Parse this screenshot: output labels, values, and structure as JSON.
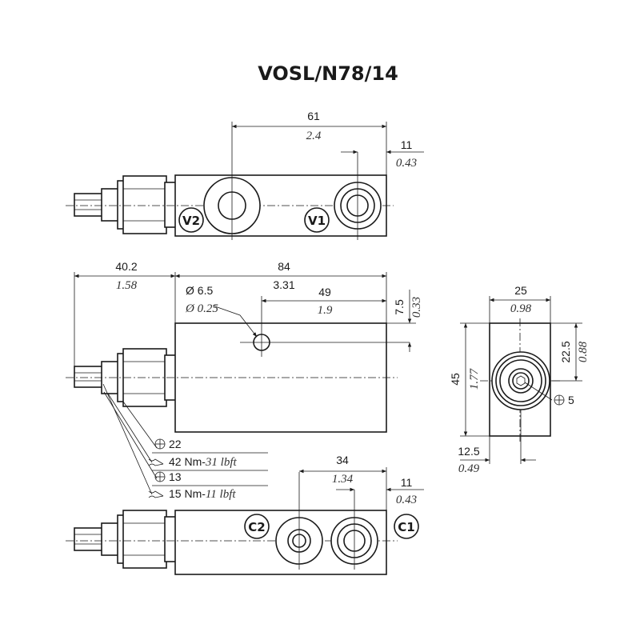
{
  "title": "VOSL/N78/14",
  "top_view": {
    "dim_length": {
      "mm": "61",
      "in": "2.4"
    },
    "dim_offset": {
      "mm": "11",
      "in": "0.43"
    },
    "ports": [
      "V2",
      "V1"
    ]
  },
  "front_view": {
    "dim_cartridge": {
      "mm": "40.2",
      "in": "1.58"
    },
    "dim_body": {
      "mm": "84",
      "in": "3.31"
    },
    "dim_hole_dia": {
      "mm": "Ø 6.5",
      "in": "Ø 0.25"
    },
    "dim_hole_pos": {
      "mm": "49",
      "in": "1.9"
    },
    "dim_hole_height": {
      "mm": "7.5",
      "in": "0.33"
    },
    "tightening": [
      {
        "wrench": "22",
        "torque_nm": "42 Nm-",
        "torque_lbft": "31 lbft"
      },
      {
        "wrench": "13",
        "torque_nm": "15 Nm-",
        "torque_lbft": "11 lbft"
      }
    ]
  },
  "side_view": {
    "dim_width": {
      "mm": "25",
      "in": "0.98"
    },
    "dim_height": {
      "mm": "45",
      "in": "1.77"
    },
    "dim_half": {
      "mm": "22.5",
      "in": "0.88"
    },
    "dim_center": {
      "mm": "12.5",
      "in": "0.49"
    },
    "hex_key": "5"
  },
  "bottom_view": {
    "dim_ports": {
      "mm": "34",
      "in": "1.34"
    },
    "dim_offset": {
      "mm": "11",
      "in": "0.43"
    },
    "ports": [
      "C2",
      "C1"
    ]
  }
}
